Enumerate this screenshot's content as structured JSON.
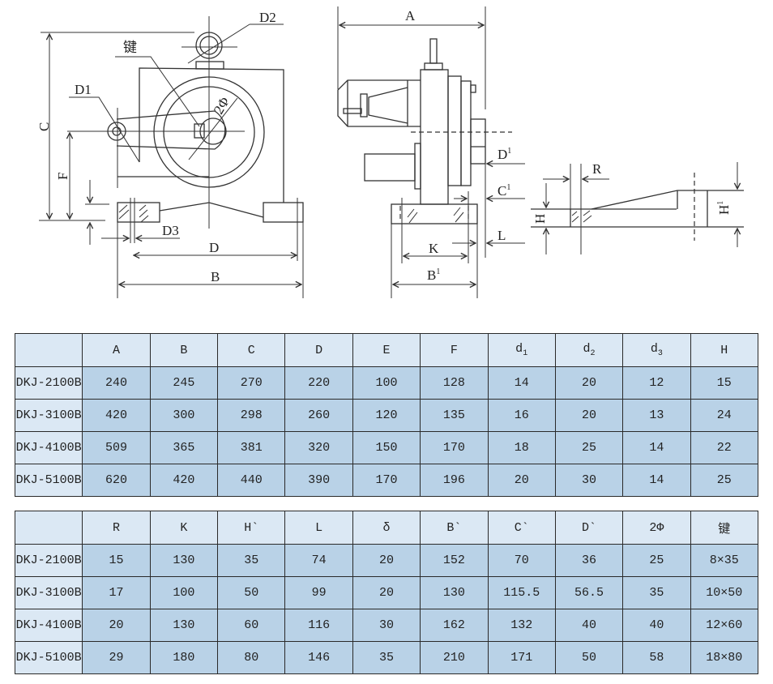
{
  "drawing": {
    "front_view": {
      "labels": {
        "D2": "D2",
        "key": "键",
        "D1": "D1",
        "two_phi": "2Φ",
        "C": "C",
        "F": "F",
        "D3": "D3",
        "D": "D",
        "B": "B"
      }
    },
    "side_view": {
      "labels": {
        "A": "A",
        "D1prime": "D",
        "D1prime_sup": "1",
        "C1prime": "C",
        "C1prime_sup": "1",
        "L": "L",
        "K": "K",
        "B1prime": "B",
        "B1prime_sup": "1"
      }
    },
    "base_detail": {
      "labels": {
        "R": "R",
        "H": "H",
        "H1": "H",
        "H1_sup": "1"
      }
    }
  },
  "table1": {
    "headers": [
      {
        "text": "A"
      },
      {
        "text": "B"
      },
      {
        "text": "C"
      },
      {
        "text": "D"
      },
      {
        "text": "E"
      },
      {
        "text": "F"
      },
      {
        "text": "d",
        "sub": "1"
      },
      {
        "text": "d",
        "sub": "2"
      },
      {
        "text": "d",
        "sub": "3"
      },
      {
        "text": "H"
      }
    ],
    "rows": [
      {
        "model": "DKJ-2100B",
        "values": [
          "240",
          "245",
          "270",
          "220",
          "100",
          "128",
          "14",
          "20",
          "12",
          "15"
        ]
      },
      {
        "model": "DKJ-3100B",
        "values": [
          "420",
          "300",
          "298",
          "260",
          "120",
          "135",
          "16",
          "20",
          "13",
          "24"
        ]
      },
      {
        "model": "DKJ-4100B",
        "values": [
          "509",
          "365",
          "381",
          "320",
          "150",
          "170",
          "18",
          "25",
          "14",
          "22"
        ]
      },
      {
        "model": "DKJ-5100B",
        "values": [
          "620",
          "420",
          "440",
          "390",
          "170",
          "196",
          "20",
          "30",
          "14",
          "25"
        ]
      }
    ]
  },
  "table2": {
    "headers": [
      {
        "text": "R"
      },
      {
        "text": "K"
      },
      {
        "text": "H`"
      },
      {
        "text": "L"
      },
      {
        "text": "δ"
      },
      {
        "text": "B`"
      },
      {
        "text": "C`"
      },
      {
        "text": "D`"
      },
      {
        "text": "2Φ"
      },
      {
        "text": "键"
      }
    ],
    "rows": [
      {
        "model": "DKJ-2100B",
        "values": [
          "15",
          "130",
          "35",
          "74",
          "20",
          "152",
          "70",
          "36",
          "25",
          "8×35"
        ]
      },
      {
        "model": "DKJ-3100B",
        "values": [
          "17",
          "100",
          "50",
          "99",
          "20",
          "130",
          "115.5",
          "56.5",
          "35",
          "10×50"
        ]
      },
      {
        "model": "DKJ-4100B",
        "values": [
          "20",
          "130",
          "60",
          "116",
          "30",
          "162",
          "132",
          "40",
          "40",
          "12×60"
        ]
      },
      {
        "model": "DKJ-5100B",
        "values": [
          "29",
          "180",
          "80",
          "146",
          "35",
          "210",
          "171",
          "50",
          "58",
          "18×80"
        ]
      }
    ]
  }
}
